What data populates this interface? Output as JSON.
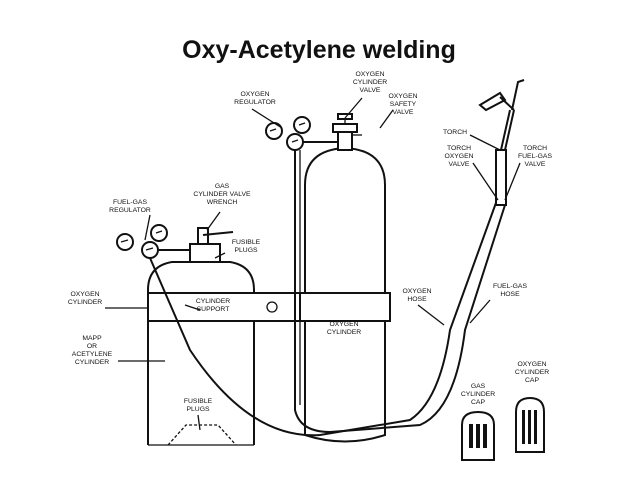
{
  "title": "Oxy-Acetylene welding",
  "labels": {
    "oxygen_cylinder_valve": [
      "OXYGEN",
      "CYLINDER",
      "VALVE"
    ],
    "oxygen_regulator": [
      "OXYGEN",
      "REGULATOR"
    ],
    "oxygen_safety_valve": [
      "OXYGEN",
      "SAFETY",
      "VALVE"
    ],
    "torch": [
      "TORCH"
    ],
    "torch_oxygen_valve": [
      "TORCH",
      "OXYGEN",
      "VALVE"
    ],
    "torch_fuel_gas_valve": [
      "TORCH",
      "FUEL-GAS",
      "VALVE"
    ],
    "gas_cylinder_valve_wrench": [
      "GAS",
      "CYLINDER VALVE",
      "WRENCH"
    ],
    "fuel_gas_regulator": [
      "FUEL-GAS",
      "REGULATOR"
    ],
    "fusible_plugs_top": [
      "FUSIBLE",
      "PLUGS"
    ],
    "oxygen_cylinder_left": [
      "OXYGEN",
      "CYLINDER"
    ],
    "cylinder_support": [
      "CYLINDER",
      "SUPPORT"
    ],
    "oxygen_cylinder_center": [
      "OXYGEN",
      "CYLINDER"
    ],
    "oxygen_hose": [
      "OXYGEN",
      "HOSE"
    ],
    "fuel_gas_hose": [
      "FUEL-GAS",
      "HOSE"
    ],
    "mapp_acetylene": [
      "MAPP",
      "OR",
      "ACETYLENE",
      "CYLINDER"
    ],
    "fusible_plugs_bottom": [
      "FUSIBLE",
      "PLUGS"
    ],
    "gas_cylinder_cap": [
      "GAS",
      "CYLINDER",
      "CAP"
    ],
    "oxygen_cylinder_cap": [
      "OXYGEN",
      "CYLINDER",
      "CAP"
    ]
  }
}
